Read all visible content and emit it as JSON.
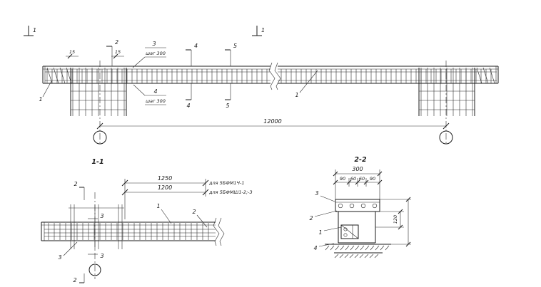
{
  "elevation": {
    "flag_left": "1",
    "flag_mid": "1",
    "gap_left": "15",
    "gap_right": "15",
    "mark_2": "2",
    "callout_3": "3",
    "callout_3_note": "шаг 300",
    "mark_4_top": "4",
    "mark_5_top": "5",
    "mark_4_bottom": "4",
    "mark_5_bottom": "5",
    "callout_4": "4",
    "callout_4_note": "шаг 300",
    "callout_1_left": "1",
    "callout_1_mid": "1",
    "dim_total": "12000"
  },
  "section_1_1": {
    "title": "1-1",
    "dim_upper": "1250",
    "dim_lower": "1200",
    "note_upper": "для 5БФМ1Ч-1",
    "note_lower": "для 5БФМШ1-2;-3",
    "mark_2_top": "2",
    "mark_2_bottom": "2",
    "mark_3_upper": "3",
    "mark_3_lower": "3",
    "callout_1": "1",
    "callout_2": "2",
    "callout_3": "3"
  },
  "section_2_2": {
    "title": "2-2",
    "dim_total": "300",
    "dim_parts": [
      "90",
      "60",
      "60",
      "90"
    ],
    "dim_height": "120",
    "callout_1": "1",
    "callout_2": "2",
    "callout_3": "3",
    "callout_4": "4"
  }
}
